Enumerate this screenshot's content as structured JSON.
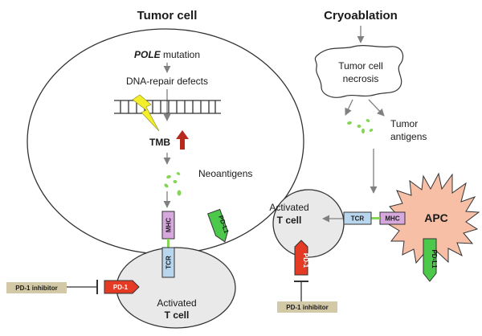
{
  "left_panel": {
    "title": "Tumor cell",
    "pole_gene": "POLE",
    "pole_suffix": " mutation",
    "dna_repair": "DNA-repair defects",
    "tmb": "TMB",
    "neoantigens": "Neoantigens",
    "mhc": "MHC",
    "pdl1": "PD-L1",
    "tcr": "TCR",
    "pd1": "PD-1",
    "inhibitor": "PD-1 inhibitor",
    "tcell_line1": "Activated",
    "tcell_line2": "T cell"
  },
  "right_panel": {
    "title": "Cryoablation",
    "necrosis_line1": "Tumor cell",
    "necrosis_line2": "necrosis",
    "antigens_line1": "Tumor",
    "antigens_line2": "antigens",
    "tcell_line1": "Activated",
    "tcell_line2": "T cell",
    "tcr": "TCR",
    "mhc": "MHC",
    "apc": "APC",
    "pd1": "PD-1",
    "pdl1": "PD-L1",
    "inhibitor": "PD-1 inhibitor"
  },
  "colors": {
    "cell_fill": "#e9e9e9",
    "mhc_fill": "#d7a8dd",
    "tcr_fill": "#b8d6ee",
    "pd1_fill": "#e53a24",
    "pdl1_fill": "#4cc94a",
    "apc_fill": "#f7bfa6",
    "inhibitor_fill": "#d4c9a6",
    "antigen_fill": "#86d656",
    "tmb_arrow": "#b52a1c",
    "lightning": "#f2ee2a"
  }
}
